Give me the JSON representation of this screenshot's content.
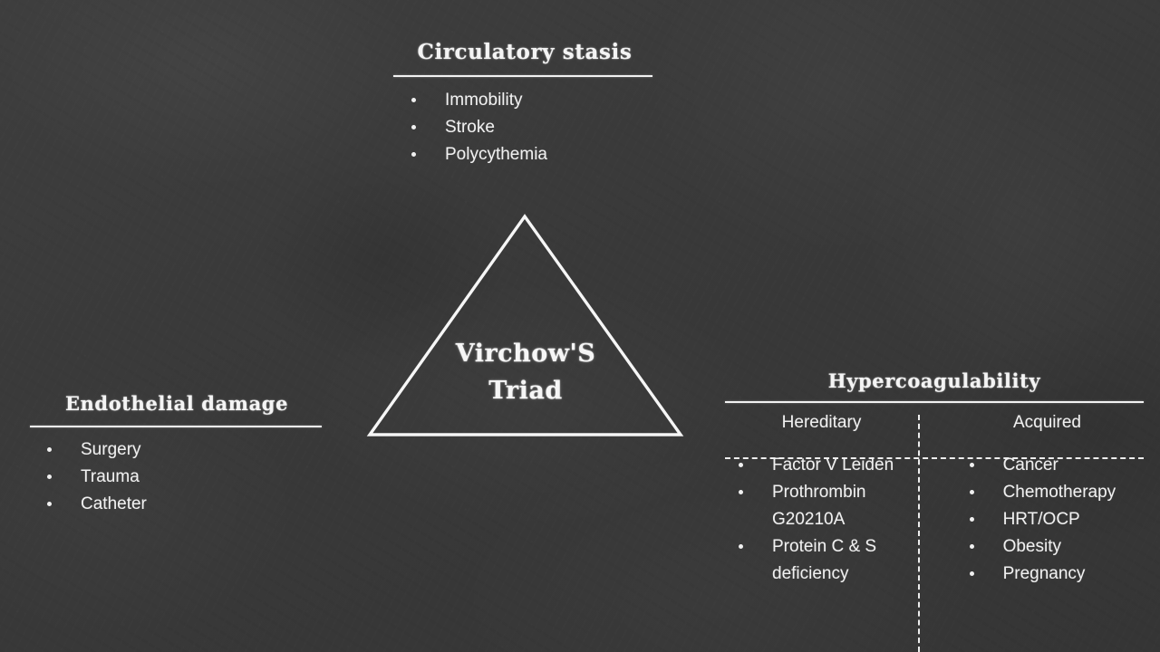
{
  "theme": {
    "background_color": "#3b3b3b",
    "chalk_color": "#f4f4f4",
    "text_color": "#f0f0f0"
  },
  "center": {
    "shape": "triangle",
    "label_line1": "Virchow'S",
    "label_line2": "Triad"
  },
  "sections": {
    "circulatory_stasis": {
      "heading": "Circulatory stasis",
      "items": [
        "Immobility",
        "Stroke",
        "Polycythemia"
      ]
    },
    "endothelial_damage": {
      "heading": "Endothelial damage",
      "items": [
        "Surgery",
        "Trauma",
        "Catheter"
      ]
    },
    "hypercoagulability": {
      "heading": "Hypercoagulability",
      "columns": [
        {
          "header": "Hereditary",
          "items": [
            "Factor V Leiden",
            "Prothrombin G20210A",
            "Protein C & S deficiency"
          ]
        },
        {
          "header": "Acquired",
          "items": [
            "Cancer",
            "Chemotherapy",
            "HRT/OCP",
            "Obesity",
            "Pregnancy"
          ]
        }
      ]
    }
  }
}
